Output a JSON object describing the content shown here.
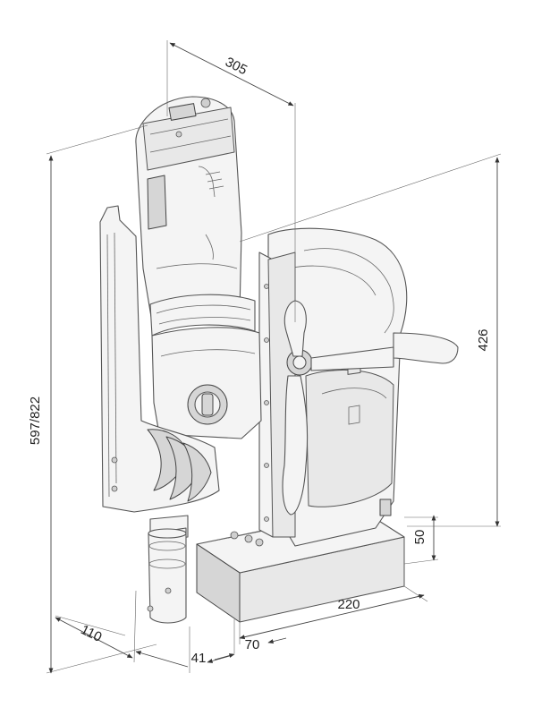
{
  "figure": {
    "subject": "magnetic-drill-press-dimension-drawing"
  },
  "dimensions": {
    "depth_top": "305",
    "height_total": "597/822",
    "height_column": "426",
    "base_height": "50",
    "base_width": "220",
    "spindle_offset": "110",
    "spindle_gap": "41",
    "base_front": "70"
  }
}
